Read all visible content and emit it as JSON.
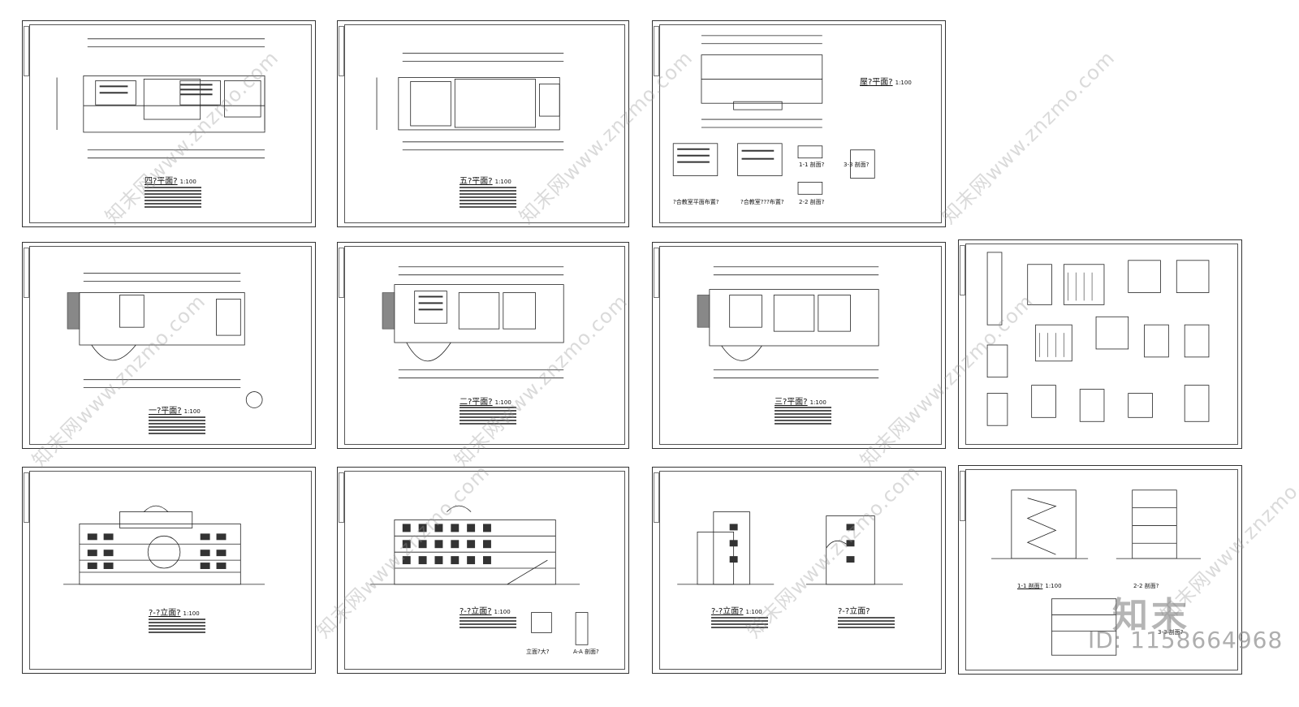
{
  "sheets": [
    {
      "title": "四?平面?",
      "scale": "1:100"
    },
    {
      "title": "五?平面?",
      "scale": "1:100"
    },
    {
      "title": "屋?平面?",
      "scale": "1:100"
    },
    {
      "title": "一?平面?",
      "scale": "1:100"
    },
    {
      "title": "二?平面?",
      "scale": "1:100"
    },
    {
      "title": "三?平面?",
      "scale": "1:100"
    },
    {
      "title": "?-?立面?",
      "scale": "1:100"
    },
    {
      "title": "?-?立面?",
      "scale": "1:100"
    },
    {
      "title": "?-?立面?",
      "scale": "1:100"
    },
    {
      "title": "1-1 剖面?",
      "scale": "1:100"
    }
  ],
  "sub_labels": {
    "s3_a": "?合教室平面布置?",
    "s3_b": "?合教室???布置?",
    "s3_c": "1-1 剖面?",
    "s3_d": "3-3 剖面?",
    "s3_e": "2-2 剖面?",
    "s9_b": "?-?立面?",
    "s10_b": "2-2 剖面?",
    "s10_c": "3-3 剖面?",
    "s8_b": "立面?大?",
    "s8_c": "A-A 剖面?"
  },
  "watermark_text": "知末网www.znzmo.com",
  "brand_text": "知末",
  "id_text": "ID: 1158664968"
}
